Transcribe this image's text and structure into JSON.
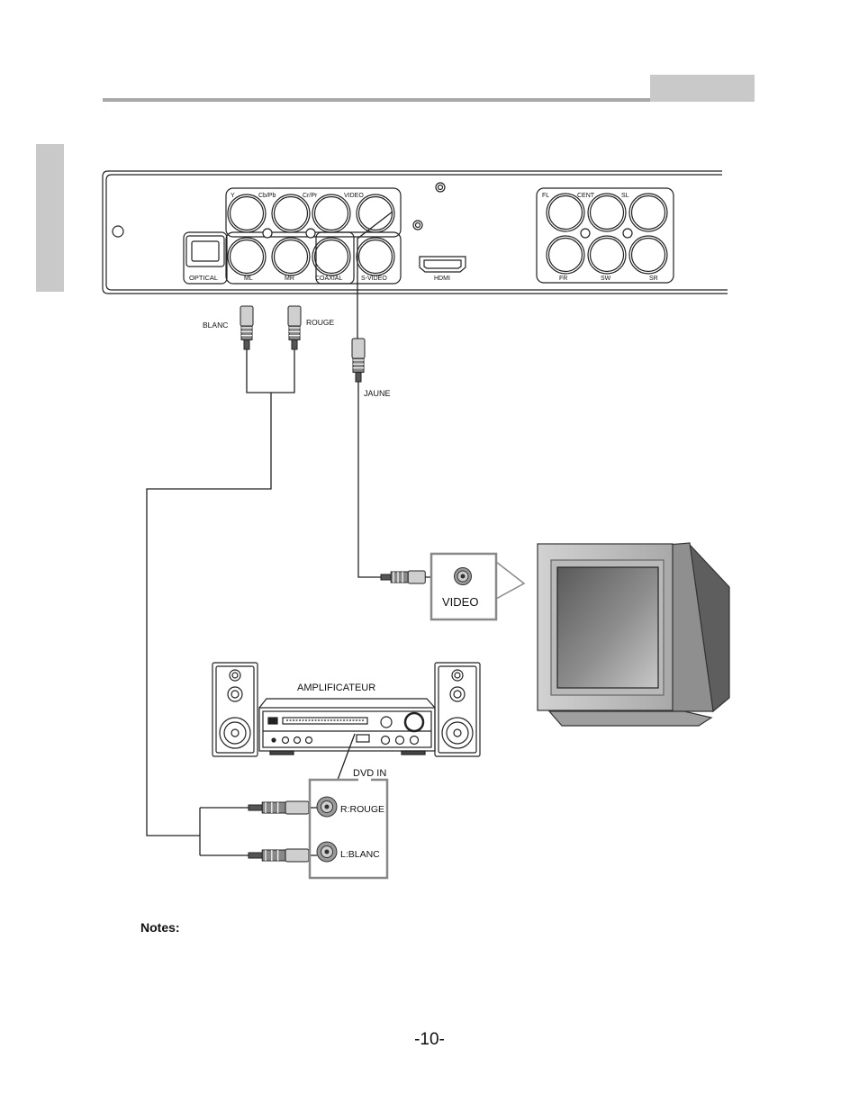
{
  "player_panel": {
    "jacks_top": [
      "Y",
      "Cb/Pb",
      "Cr/Pr",
      "VIDEO"
    ],
    "jacks_bottom": [
      "ML",
      "MR",
      "COAXIAL",
      "S-VIDEO"
    ],
    "optical": "OPTICAL",
    "hdmi": "HDMI",
    "surround_top": [
      "FL",
      "CENT",
      "SL"
    ],
    "surround_bottom": [
      "FR",
      "SW",
      "SR"
    ]
  },
  "cables": {
    "blanc": "BLANC",
    "rouge": "ROUGE",
    "jaune": "JAUNE"
  },
  "tv": {
    "input_label": "VIDEO"
  },
  "amplifier": {
    "title": "AMPLIFICATEUR",
    "input_title": "DVD IN",
    "input_right": "R:ROUGE",
    "input_left": "L:BLANC"
  },
  "notes_label": "Notes:",
  "page_number": "-10-"
}
